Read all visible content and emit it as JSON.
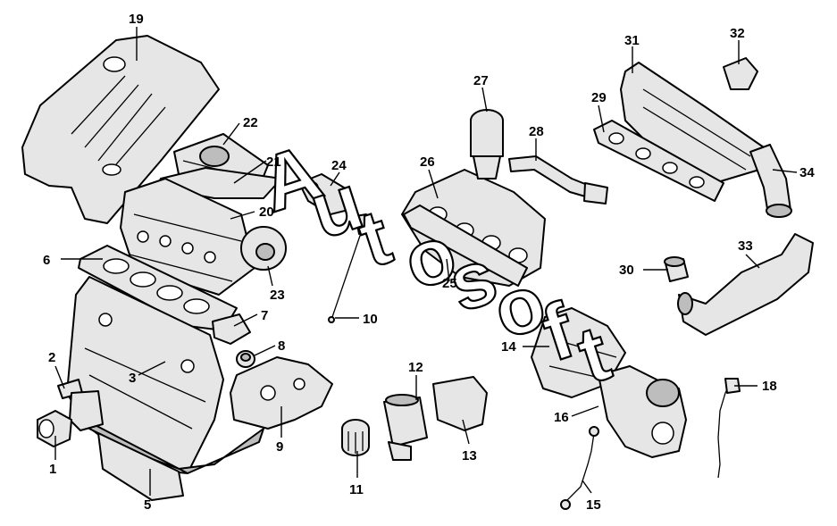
{
  "diagram": {
    "watermark_letters": [
      "A",
      "u",
      "t",
      "o",
      "s",
      "o",
      "f",
      "t"
    ],
    "callouts": [
      "1",
      "2",
      "3",
      "5",
      "6",
      "7",
      "8",
      "9",
      "10",
      "11",
      "12",
      "13",
      "14",
      "15",
      "16",
      "18",
      "19",
      "20",
      "21",
      "22",
      "23",
      "24",
      "25",
      "26",
      "27",
      "28",
      "29",
      "30",
      "31",
      "32",
      "33",
      "34"
    ]
  }
}
